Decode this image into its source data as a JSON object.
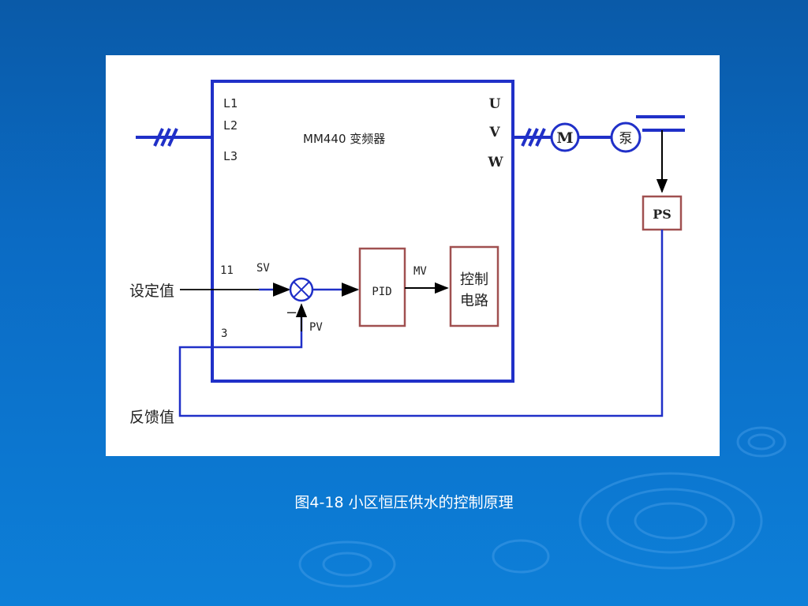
{
  "diagram": {
    "inverter_inputs": [
      "L1",
      "L2",
      "L3"
    ],
    "inverter_outputs": [
      "U",
      "V",
      "W"
    ],
    "inverter_title": "MM440 变频器",
    "motor_label": "M",
    "pump_label": "泵",
    "sensor_label": "PS",
    "terminal_setpoint": "11",
    "terminal_feedback": "3",
    "sv_label": "SV",
    "pv_label": "PV",
    "mv_label": "MV",
    "minus_sign": "−",
    "pid_label": "PID",
    "control_circuit_line1": "控制",
    "control_circuit_line2": "电路",
    "setpoint_label": "设定值",
    "feedback_label": "反馈值"
  },
  "caption": "图4-18 小区恒压供水的控制原理",
  "colors": {
    "line": "#2030c8",
    "block_border": "#a05050",
    "background_top": "#0a5aa8",
    "background_bottom": "#0d7fd8"
  }
}
